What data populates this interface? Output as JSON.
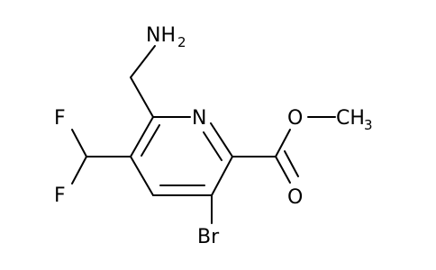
{
  "molecule": {
    "atoms": {
      "amine_N": "NH",
      "amine_sub": "2",
      "ring_N": "N",
      "ester_O": "O",
      "methyl": "CH",
      "methyl_sub": "3",
      "carbonyl_O": "O",
      "F_top": "F",
      "F_bottom": "F",
      "Br": "Br"
    }
  }
}
